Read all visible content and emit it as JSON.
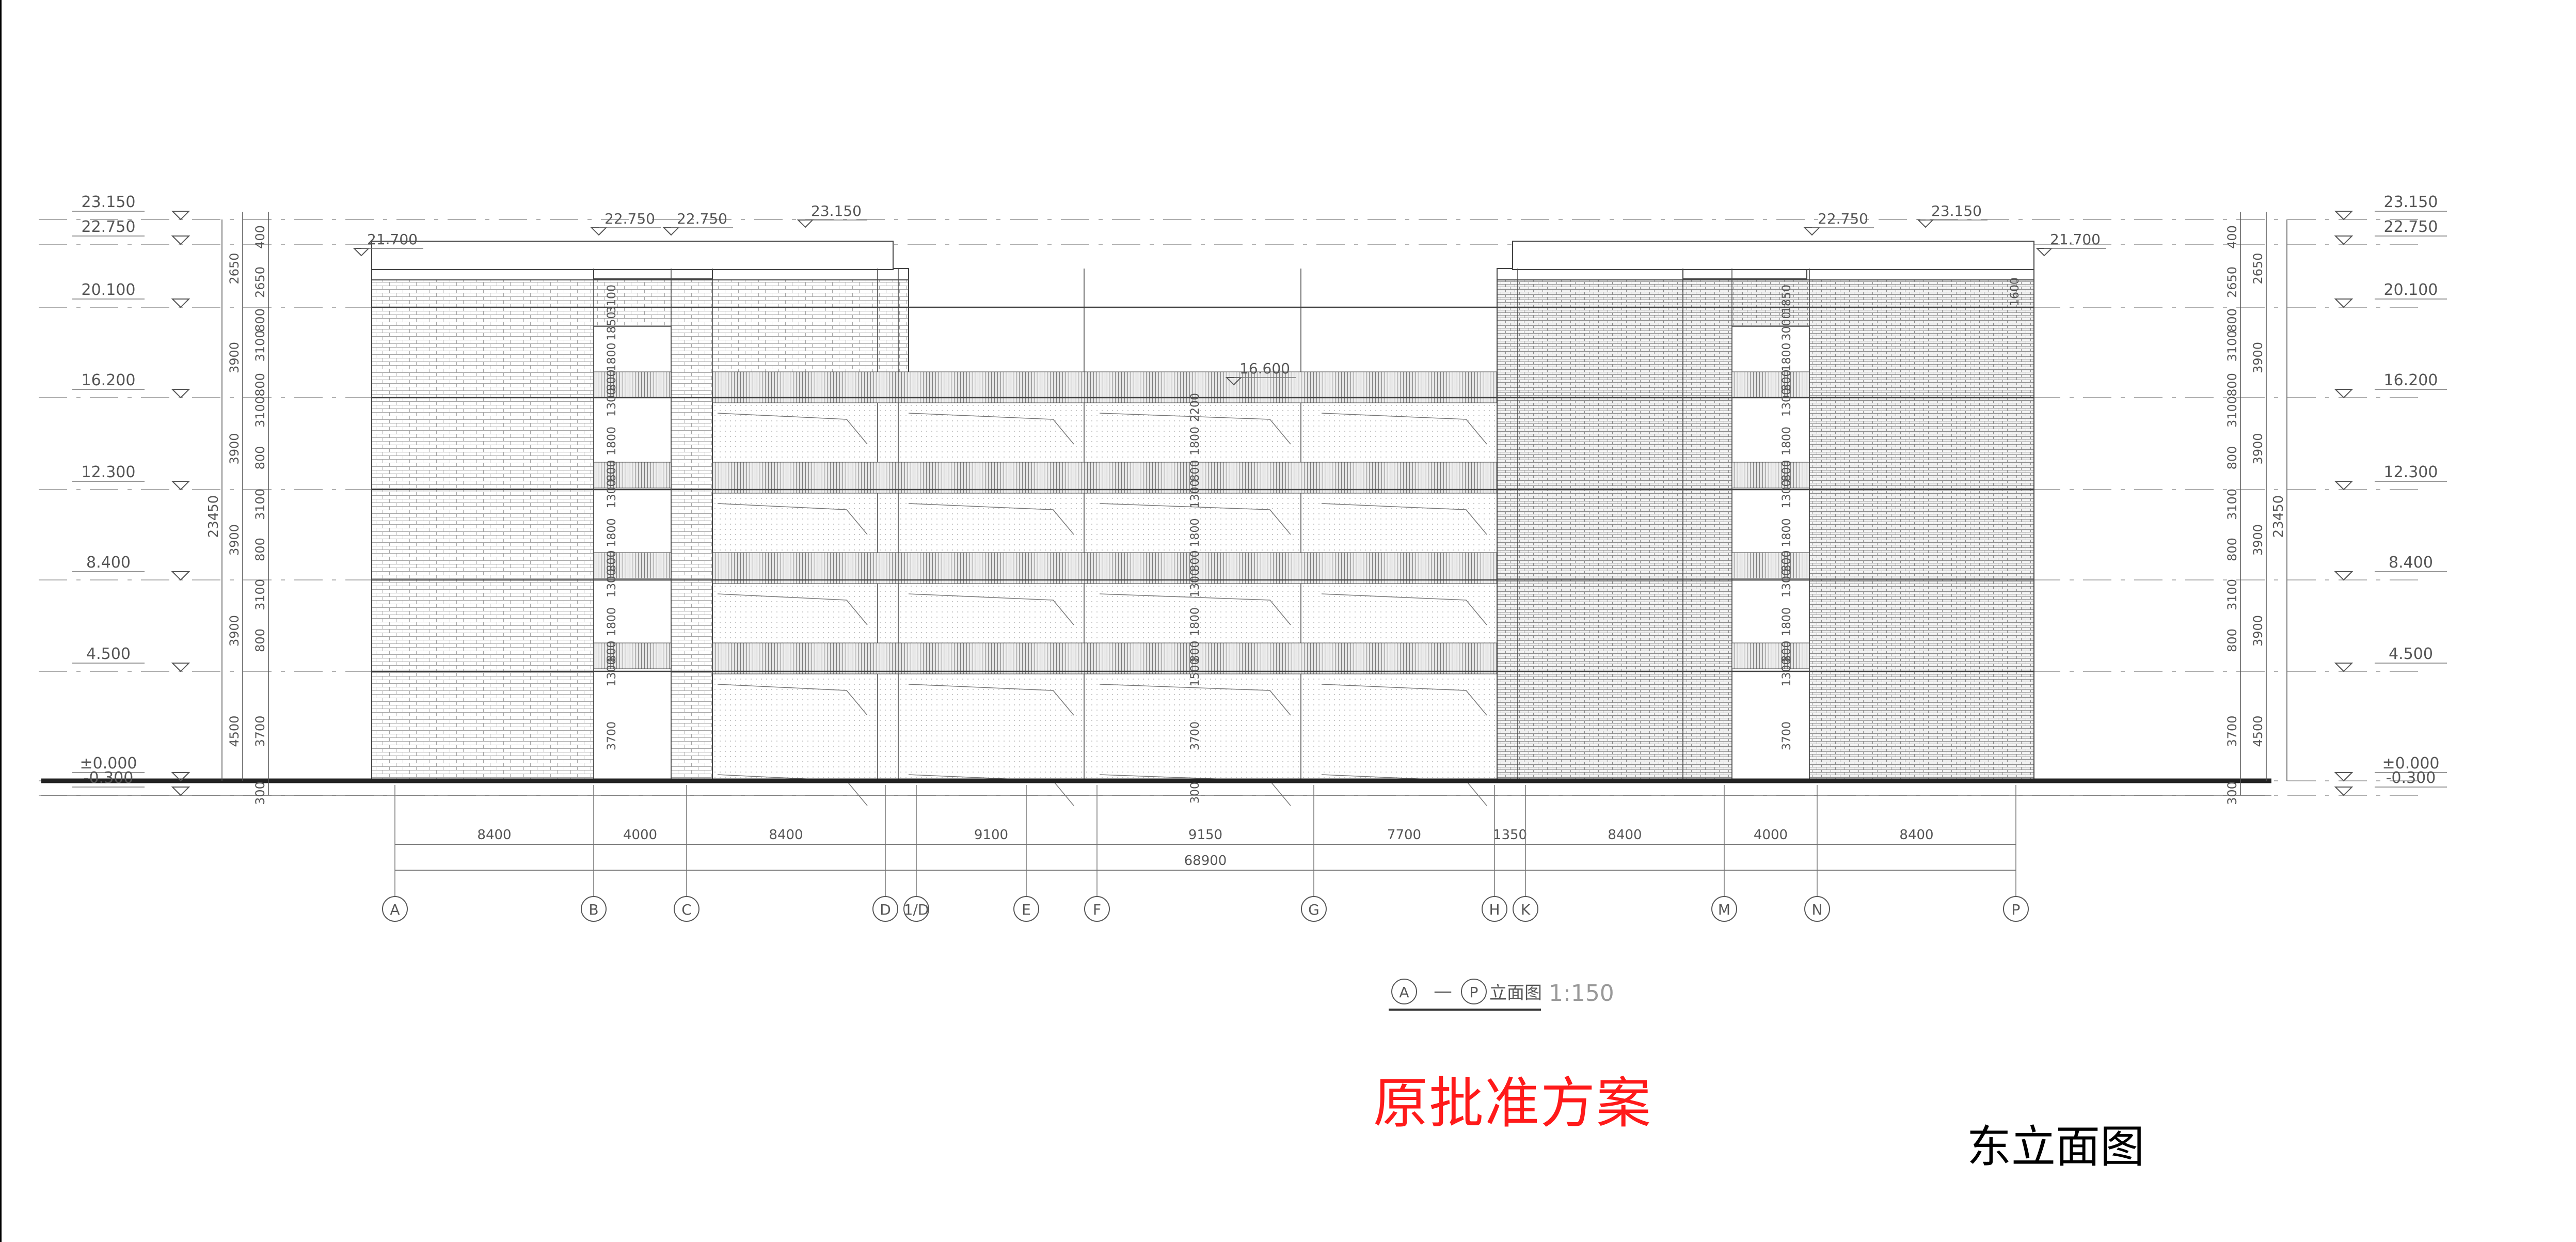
{
  "colors": {
    "line": "#444444",
    "dim": "#555555",
    "text": "#555555",
    "hatch": "#9a9a9a",
    "ground": "#222222",
    "red_caption": "#ff1a1a",
    "black_caption": "#000000"
  },
  "levels": {
    "left": [
      "23.150",
      "22.750",
      "20.100",
      "16.200",
      "12.300",
      "8.400",
      "4.500",
      "±0.000",
      "-0.300"
    ],
    "right": [
      "23.150",
      "22.750",
      "20.100",
      "16.200",
      "12.300",
      "8.400",
      "4.500",
      "±0.000",
      "-0.300"
    ],
    "roof_marks": [
      "21.700",
      "22.750",
      "22.750",
      "23.150",
      "16.600",
      "22.750",
      "23.150",
      "21.700"
    ]
  },
  "vertical_dims": {
    "inner": [
      "400",
      "2650",
      "800",
      "3100",
      "800",
      "3100",
      "800",
      "3100",
      "800",
      "3100",
      "800",
      "3700",
      "300"
    ],
    "outer": [
      "2650",
      "3900",
      "3900",
      "3900",
      "3900",
      "4500"
    ],
    "total": "23450",
    "stair_left": [
      "3100",
      "1850",
      "1800",
      "800",
      "1300",
      "1800",
      "800",
      "1300",
      "1800",
      "800",
      "1300",
      "1800",
      "800",
      "1300",
      "3700"
    ],
    "stair_right": [
      "1850",
      "3000",
      "1800",
      "800",
      "1300",
      "1800",
      "800",
      "1300",
      "1800",
      "800",
      "1300",
      "1800",
      "800",
      "1300",
      "3700"
    ],
    "middle": [
      "2200",
      "1800",
      "800",
      "1300",
      "1800",
      "800",
      "1300",
      "1800",
      "800",
      "1500",
      "3700",
      "300"
    ],
    "parapet": "1600"
  },
  "axis_dims": {
    "segments": [
      "8400",
      "4000",
      "8400",
      "9100",
      "9150",
      "7700",
      "1350",
      "8400",
      "4000",
      "8400"
    ],
    "total": "68900"
  },
  "axes": [
    "A",
    "B",
    "C",
    "D",
    "1/D",
    "E",
    "F",
    "G",
    "H",
    "K",
    "M",
    "N",
    "P"
  ],
  "view_title": {
    "from": "A",
    "to": "P",
    "dash": "—",
    "label": "立面图",
    "scale": "1:150"
  },
  "captions": {
    "approved_scheme": "原批准方案",
    "east_elevation": "东立面图"
  }
}
